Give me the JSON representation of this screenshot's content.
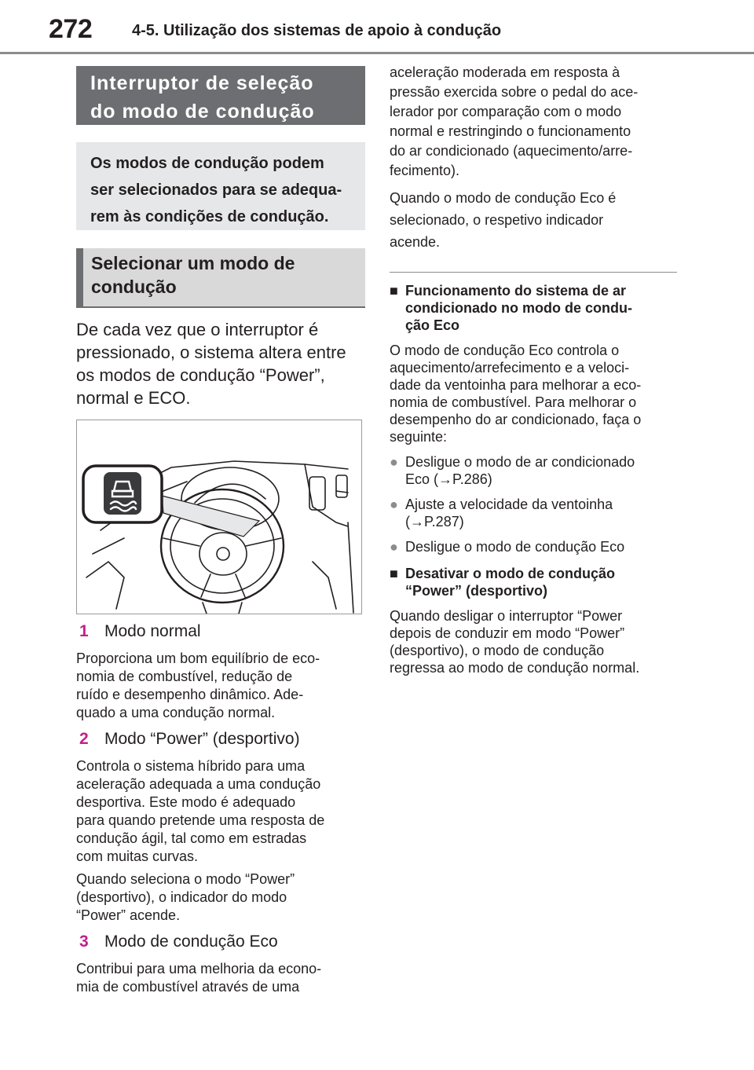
{
  "header": {
    "page_number": "272",
    "section": "4-5. Utilização dos sistemas de apoio à condução"
  },
  "left": {
    "title_line1": "Interruptor de seleção",
    "title_line2": "do modo de condução",
    "intro_lines": [
      "Os modos de condução podem",
      "ser selecionados para se adequa-",
      "rem às condições de condução."
    ],
    "sub_title_line1": "Selecionar um modo de",
    "sub_title_line2": "condução",
    "lead_lines": [
      "De cada vez que o interruptor é",
      "pressionado, o sistema altera entre",
      "os modos de condução “Power”,",
      "normal e ECO."
    ],
    "modes": [
      {
        "num": "1",
        "label": "Modo normal",
        "paras": [
          [
            "Proporciona um bom equilíbrio de eco-",
            "nomia de combustível, redução de",
            "ruído e desempenho dinâmico. Ade-",
            "quado a uma condução normal."
          ]
        ]
      },
      {
        "num": "2",
        "label": "Modo “Power” (desportivo)",
        "paras": [
          [
            "Controla o sistema híbrido para uma",
            "aceleração adequada a uma condução",
            "desportiva. Este modo é adequado",
            "para quando pretende uma resposta de",
            "condução ágil, tal como em estradas",
            "com muitas curvas."
          ],
          [
            "Quando seleciona o modo “Power”",
            "(desportivo), o indicador do modo",
            "“Power” acende."
          ]
        ]
      },
      {
        "num": "3",
        "label": "Modo de condução Eco",
        "paras": [
          [
            "Contribui para uma melhoria da econo-",
            "mia de combustível através de uma"
          ]
        ]
      }
    ]
  },
  "right": {
    "cont_lines": [
      "aceleração moderada em resposta à",
      "pressão exercida sobre o pedal do ace-",
      "lerador por comparação com o modo",
      "normal e restringindo o funcionamento",
      "do ar condicionado (aquecimento/arre-",
      "fecimento)."
    ],
    "eco_lines": [
      "Quando o modo de condução Eco é",
      "selecionado, o respetivo indicador",
      "acende."
    ],
    "sec1": {
      "marker": "■",
      "title_lines": [
        "Funcionamento do sistema de ar",
        "condicionado no modo de condu-",
        "ção Eco"
      ],
      "body_lines": [
        "O modo de condução Eco controla o",
        "aquecimento/arrefecimento e a veloci-",
        "dade da ventoinha para melhorar a eco-",
        "nomia de combustível. Para melhorar o",
        "desempenho do ar condicionado, faça o",
        "seguinte:"
      ],
      "bullets": [
        [
          "Desligue o modo de ar condicionado",
          "Eco (→P.286)"
        ],
        [
          "Ajuste a velocidade da ventoinha",
          "(→P.287)"
        ],
        [
          "Desligue o modo de condução Eco"
        ]
      ],
      "bullet_marker": "●"
    },
    "sec2": {
      "marker": "■",
      "title_lines": [
        "Desativar o modo de condução",
        "“Power” (desportivo)"
      ],
      "body_lines": [
        "Quando desligar o interruptor “Power",
        "depois de conduzir em modo “Power”",
        "(desportivo), o modo de condução",
        "regressa ao modo de condução normal."
      ]
    }
  },
  "colors": {
    "title_bg": "#6d6e71",
    "intro_bg": "#e6e7e8",
    "sub_bg": "#d9d9d9",
    "accent_number": "#c2208d"
  },
  "icons": {
    "figure_switch": "drive-mode-switch-icon"
  }
}
